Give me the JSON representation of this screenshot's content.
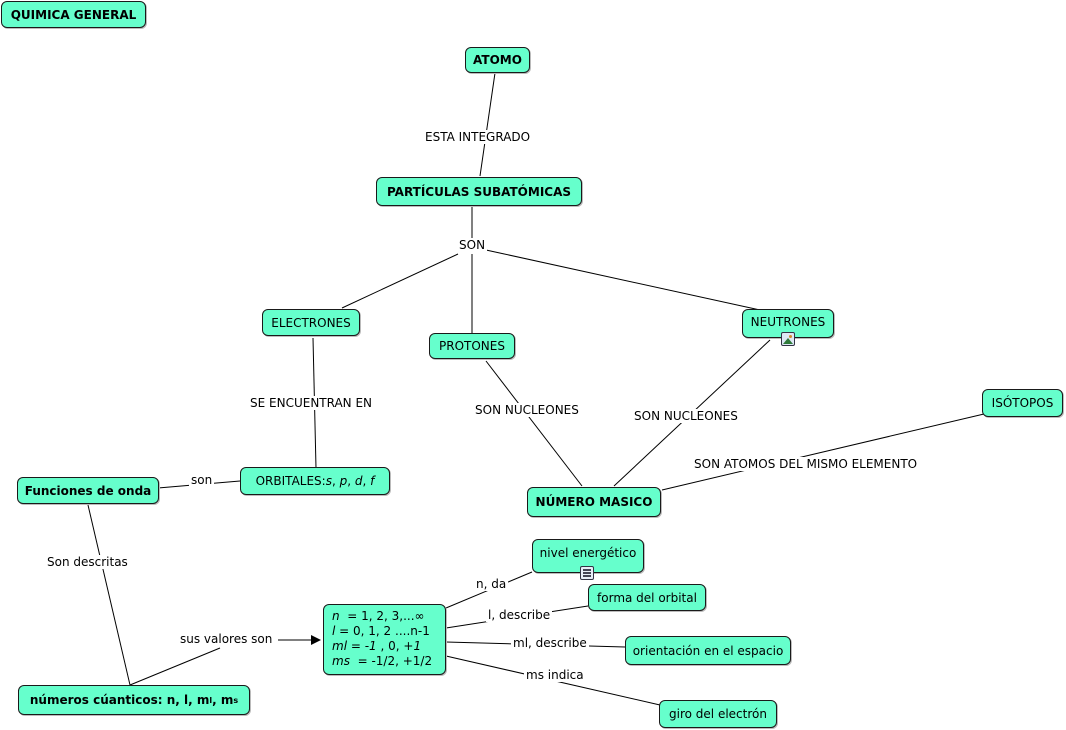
{
  "title": "QUIMICA GENERAL",
  "nodes": {
    "atomo": "ATOMO",
    "particulas": "PARTÍCULAS SUBATÓMICAS",
    "electrones": "ELECTRONES",
    "protones": "PROTONES",
    "neutrones": "NEUTRONES",
    "isotopos": "ISÓTOPOS",
    "orbitales_prefix": "ORBITALES: ",
    "orbitales_s": "s",
    "orbitales_p": "p",
    "orbitales_d": "d",
    "orbitales_f": "f",
    "comma": ", ",
    "funciones": "Funciones de onda",
    "numero_masico": "NÚMERO MASICO",
    "numeros_cuanticos": "números cúanticos: n, l, m",
    "numeros_cuanticos_sub_l": "l",
    "numeros_cuanticos_sep": ", m",
    "numeros_cuanticos_sub_s": "s",
    "nivel": "nivel energético",
    "forma": "forma del orbital",
    "orientacion": "orientación en el espacio",
    "giro": "giro del electrón"
  },
  "quantum": {
    "line1_var": "n",
    "line1_val": "  = 1, 2, 3,...∞",
    "line2_var": "l",
    "line2_val": " = 0, 1, 2 ....n-1",
    "line3_var": "ml",
    "line3_val_a": " = ",
    "line3_m1": "-1",
    "line3_mid": " , 0, ",
    "line3_p1": "+1",
    "line4_var": "ms",
    "line4_val": "  = -1/2, +1/2"
  },
  "links": {
    "esta_integrado": "ESTA INTEGRADO",
    "son": "SON",
    "se_encuentran": "SE ENCUENTRAN EN",
    "son_nucleones_1": "SON NUCLEONES",
    "son_nucleones_2": "SON NUCLEONES",
    "son_atomos": "SON ATOMOS DEL MISMO ELEMENTO",
    "son_lower": "son",
    "son_descritas": "Son descritas",
    "sus_valores": "sus valores son",
    "n_da": "n, da",
    "l_describe": "l, describe",
    "ml_describe": "ml, describe",
    "ms_indica": "ms indica"
  },
  "icons": {
    "neutrones_attachment": "image-icon",
    "nivel_attachment": "document-icon"
  },
  "colors": {
    "node_fill": "#66ffcc",
    "node_border": "#1a1a1a",
    "line": "#000000"
  }
}
